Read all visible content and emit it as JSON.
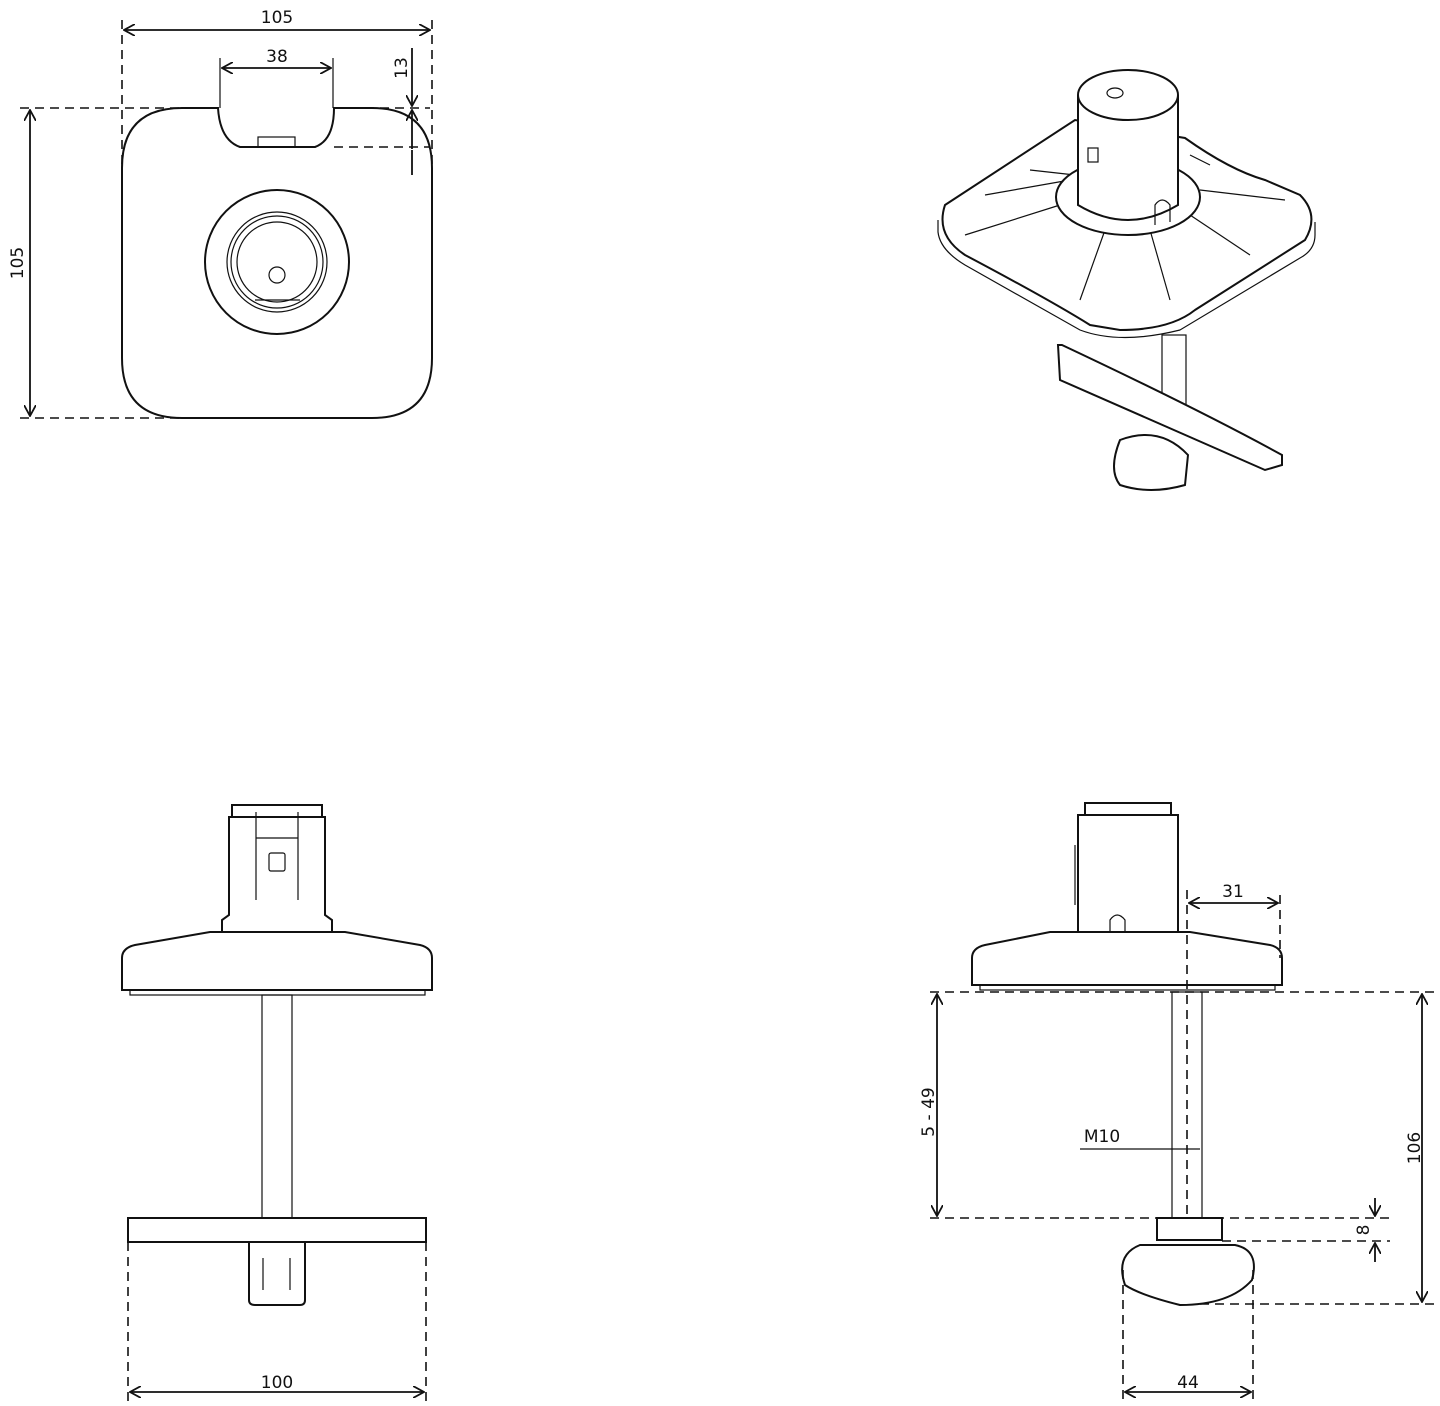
{
  "title": "Desk clamp mount technical drawing",
  "views": {
    "top": {
      "overall_width": "105",
      "notch_width": "38",
      "notch_depth": "13",
      "overall_depth": "105"
    },
    "front": {
      "plate_width": "100"
    },
    "side": {
      "base_offset": "31",
      "clamp_range": "5 - 49",
      "thread": "M10",
      "total_height": "106",
      "nut_height": "8",
      "knob_width": "44"
    }
  }
}
